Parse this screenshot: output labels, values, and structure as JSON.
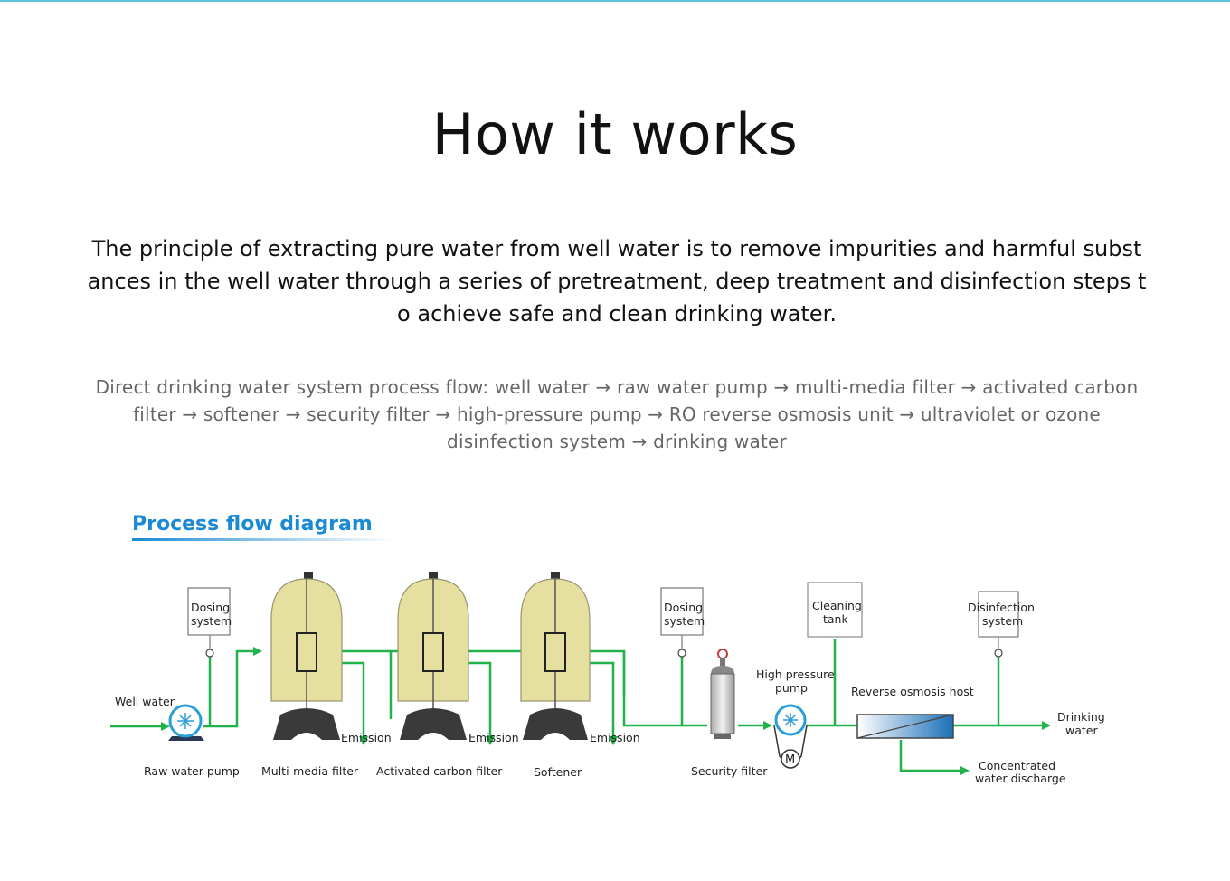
{
  "heading": "How it works",
  "intro": "The principle of extracting pure water from well water is to remove impurities and harmful substances in the well water through a series of pretreatment, deep treatment and disinfection steps to achieve safe and clean drinking water.",
  "process_flow": "Direct drinking water system process flow: well water → raw water pump → multi-media filter → activated carbon filter → softener → security filter → high-pressure pump → RO reverse osmosis unit → ultraviolet or ozone disinfection system → drinking water",
  "diagram": {
    "title": "Process flow diagram",
    "well_water": "Well water",
    "raw_water_pump": "Raw water pump",
    "multi_media_filter": "Multi-media filter",
    "activated_carbon_filter": "Activated carbon filter",
    "softener": "Softener",
    "security_filter": "Security filter",
    "emission": "Emission",
    "dosing_line1": "Dosing",
    "dosing_line2": "system",
    "cleaning_line1": "Cleaning",
    "cleaning_line2": "tank",
    "hp_pump_line1": "High pressure",
    "hp_pump_line2": "pump",
    "ro_host": "Reverse osmosis host",
    "disinfection_line1": "Disinfection",
    "disinfection_line2": "system",
    "drinking_line1": "Drinking",
    "drinking_line2": "water",
    "conc_line1": "Concentrated",
    "conc_line2": "water discharge",
    "motor_label": "M",
    "colors": {
      "pipe": "#22b24c",
      "tank": "#e6e0a0",
      "tank_stroke": "#9a9470",
      "base": "#3a3a3a",
      "title": "#1a8ad4",
      "pump": "#2a9ed8"
    }
  }
}
